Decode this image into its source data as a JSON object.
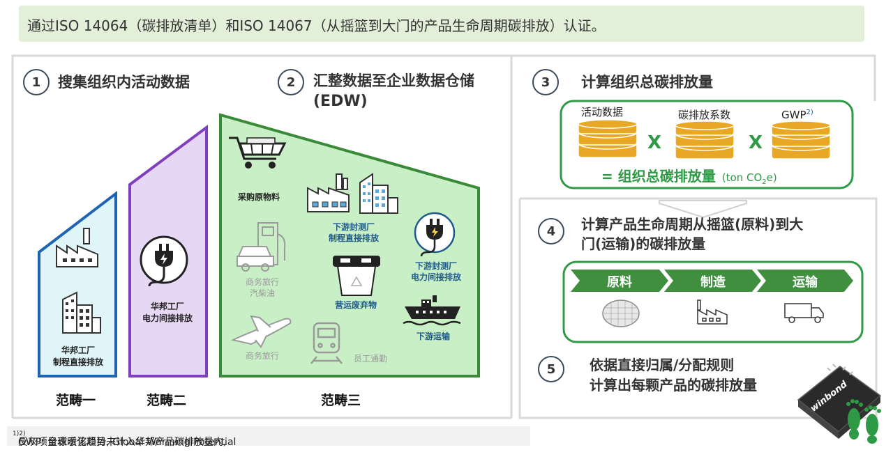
{
  "banner": {
    "text": "通过ISO 14064（碳排放清单）和ISO 14067（从摇篮到大门的产品生命周期碳排放）认证。"
  },
  "step1": {
    "num": "1",
    "title": "搜集组织内活动数据"
  },
  "step2": {
    "num": "2",
    "title_line1": "汇整数据至企业数据仓储",
    "title_line2": "(EDW)"
  },
  "step3": {
    "num": "3",
    "title": "计算组织总碳排放量",
    "factors": [
      "活动数据",
      "碳排放系数",
      "GWP"
    ],
    "gwp_sup": "2)",
    "times": "X",
    "result_prefix": "= 组织总碳排放量",
    "unit_pre": "(ton CO",
    "unit_sub": "2",
    "unit_post": "e)"
  },
  "step4": {
    "num": "4",
    "title_line1": "计算产品生命周期从摇篮(原料)到大",
    "title_line2": "门(运输)的碳排放量",
    "stages": [
      "原料",
      "制造",
      "运输"
    ]
  },
  "step5": {
    "num": "5",
    "title_line1": "依据直接归属/分配规则",
    "title_line2": "计算出每颗产品的碳排放量",
    "chip_brand": "winbond"
  },
  "scope1": {
    "name": "范畴一",
    "label_l1": "华邦工厂",
    "label_l2": "制程直接排放"
  },
  "scope2": {
    "name": "范畴二",
    "label_l1": "华邦工厂",
    "label_l2": "电力间接排放"
  },
  "scope3": {
    "name": "范畴三",
    "items": {
      "purchase": "采购原物料",
      "car_l1": "商务旅行",
      "car_l2": "汽柴油",
      "plane": "商务旅行",
      "train": "员工通勤",
      "factory_l1": "下游封测厂",
      "factory_l2": "制程直接排放",
      "waste": "营运废弃物",
      "plug_l1": "下游封测厂",
      "plug_l2": "电力间接排放",
      "ship": "下游运输"
    }
  },
  "footnote": {
    "sup1": "1)",
    "text1": "反灰项目表示该项目未计入华邦产品碳排放量内, ",
    "sup2": "2)",
    "text2": "GWP: 全球暖化趋势, Global Warming Potential"
  },
  "colors": {
    "scope1": "#1f63b5",
    "scope1_fill": "#dff5f7",
    "scope2": "#7f3fbf",
    "scope2_fill": "#e6d8f5",
    "scope3": "#3a8a3a",
    "scope3_fill": "#c9efc6",
    "green_frame": "#2e9a45",
    "chevron": "#3f8f3f",
    "db_gold": "#e8a825"
  }
}
